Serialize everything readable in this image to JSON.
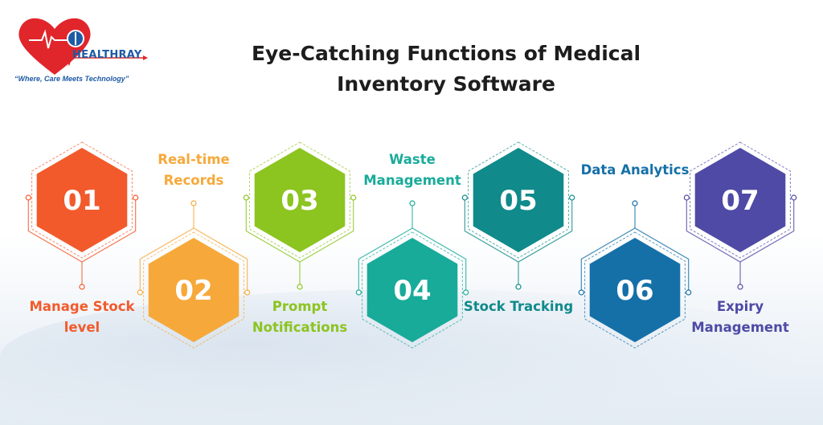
{
  "logo": {
    "brand": "HEALTHRAY",
    "tagline": "“Where, Care Meets Technology”"
  },
  "title": {
    "line1": "Eye-Catching Functions of Medical",
    "line2": "Inventory Software"
  },
  "items": [
    {
      "number": "01",
      "label_line1": "Manage Stock",
      "label_line2": "level",
      "color": "#f25a2b"
    },
    {
      "number": "02",
      "label_line1": "Real-time",
      "label_line2": "Records",
      "color": "#f6a93a"
    },
    {
      "number": "03",
      "label_line1": "Prompt",
      "label_line2": "Notifications",
      "color": "#8cc420"
    },
    {
      "number": "04",
      "label_line1": "Waste",
      "label_line2": "Management",
      "color": "#19ab9a"
    },
    {
      "number": "05",
      "label_line1": "Stock Tracking",
      "label_line2": "",
      "color": "#108a8b"
    },
    {
      "number": "06",
      "label_line1": "Data Analytics",
      "label_line2": "",
      "color": "#1570a8"
    },
    {
      "number": "07",
      "label_line1": "Expiry",
      "label_line2": "Management",
      "color": "#4f4aa5"
    }
  ]
}
